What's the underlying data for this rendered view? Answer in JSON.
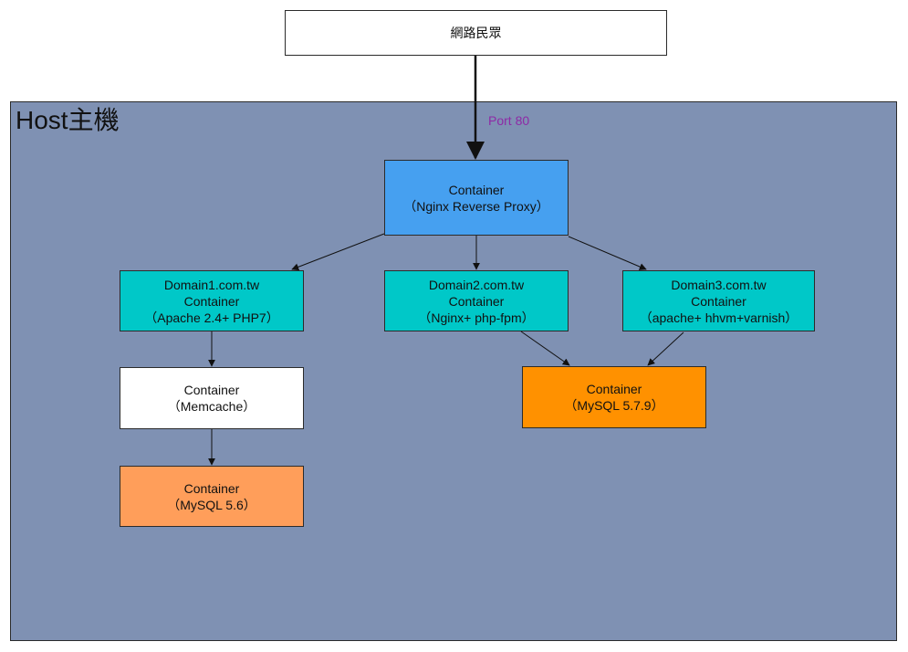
{
  "colors": {
    "host_bg": "#7f91b3",
    "proxy": "#46a0f0",
    "domain": "#00c8c8",
    "memcache": "#ffffff",
    "mysql56": "#ff9e5a",
    "mysql579": "#ff9100",
    "internet": "#ffffff",
    "port_label": "#8e2aa6"
  },
  "internet": {
    "label": "網路民眾"
  },
  "host": {
    "label": "Host主機"
  },
  "port_label": "Port 80",
  "proxy": {
    "line1": "Container",
    "line2": "（Nginx Reverse Proxy）"
  },
  "domain1": {
    "line1": "Domain1.com.tw",
    "line2": "Container",
    "line3": "（Apache 2.4+ PHP7）"
  },
  "domain2": {
    "line1": "Domain2.com.tw",
    "line2": "Container",
    "line3": "（Nginx+ php-fpm）"
  },
  "domain3": {
    "line1": "Domain3.com.tw",
    "line2": "Container",
    "line3": "（apache+ hhvm+varnish）"
  },
  "memcache": {
    "line1": "Container",
    "line2": "（Memcache）"
  },
  "mysql56": {
    "line1": "Container",
    "line2": "（MySQL 5.6）"
  },
  "mysql579": {
    "line1": "Container",
    "line2": "（MySQL 5.7.9）"
  }
}
